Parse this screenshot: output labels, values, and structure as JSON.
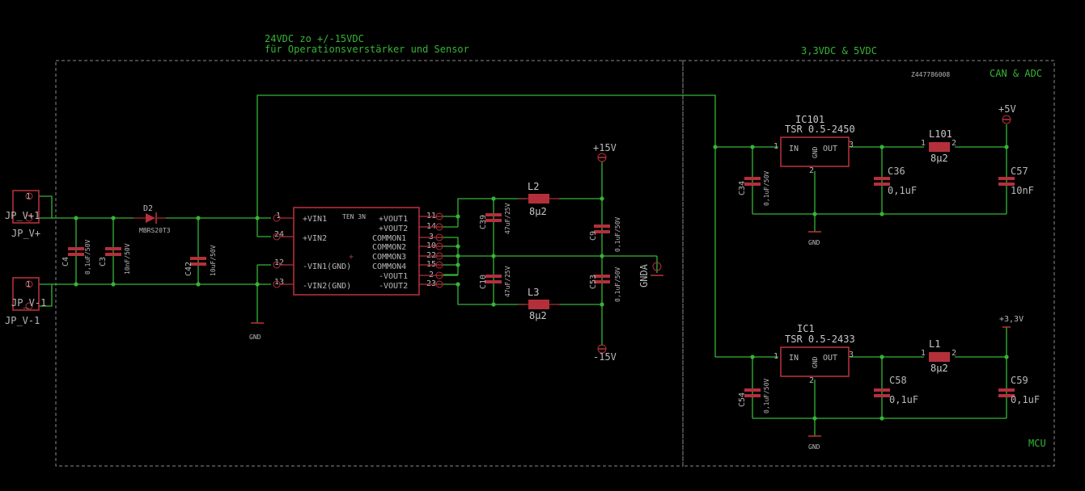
{
  "frames": {
    "left_title_1": "24VDC zo +/-15VDC",
    "left_title_2": "für Operationsverstärker und Sensor",
    "right_title": "3,3VDC & 5VDC",
    "can_label": "CAN & ADC",
    "mcu_label": "MCU",
    "part_number": "Z447786008"
  },
  "connectors": {
    "jp1_name": "JP_V+",
    "jp1_pin": "JP_V+1",
    "jp2_name": "JP_V-1",
    "jp2_pin": "JP_V-1",
    "pin1": "1"
  },
  "input": {
    "c4": "C4",
    "c4_val": "0,1uF/50V",
    "c3": "C3",
    "c3_val": "10nF/50V",
    "d2": "D2",
    "d2_val": "MBRS20T3",
    "c42": "C42",
    "c42_val": "10uF/50V"
  },
  "converter": {
    "name": "TEN 3N",
    "left_pins": [
      "+VIN1",
      "+VIN2",
      "-VIN1(GND)",
      "-VIN2(GND)"
    ],
    "left_nums": [
      "1",
      "24",
      "12",
      "13"
    ],
    "right_pins": [
      "+VOUT1",
      "+VOUT2",
      "COMMON1",
      "COMMON2",
      "COMMON3",
      "COMMON4",
      "-VOUT1",
      "-VOUT2"
    ],
    "right_nums": [
      "11",
      "14",
      "3",
      "10",
      "22",
      "15",
      "2",
      "23"
    ]
  },
  "output": {
    "c39": "C39",
    "c39_val": "47uF/25V",
    "c10": "C10",
    "c10_val": "47uF/25V",
    "l2": "L2",
    "l2_val": "8µ2",
    "l3": "L3",
    "l3_val": "8µ2",
    "c9": "C9",
    "c9_val": "0,1uF/50V",
    "c53": "C53",
    "c53_val": "0,1uF/50V",
    "p15": "+15V",
    "m15": "-15V",
    "gnda": "GNDA",
    "gnd": "GND"
  },
  "reg5": {
    "ic": "IC101",
    "ic_val": "TSR 0.5-2450",
    "in": "IN",
    "gnd": "GND",
    "out": "OUT",
    "c34": "C34",
    "c34_val": "0,1uF/50V",
    "c36": "C36",
    "c36_val": "0,1uF",
    "l101": "L101",
    "l101_val": "8µ2",
    "c57": "C57",
    "c57_val": "10nF",
    "supply": "+5V",
    "gnd_lbl": "GND",
    "pin1": "1",
    "pin2": "2",
    "pin3": "3"
  },
  "reg33": {
    "ic": "IC1",
    "ic_val": "TSR 0.5-2433",
    "in": "IN",
    "gnd": "GND",
    "out": "OUT",
    "c54": "C54",
    "c54_val": "0,1uF/50V",
    "c58": "C58",
    "c58_val": "0,1uF",
    "l1": "L1",
    "l1_val": "8µ2",
    "c59": "C59",
    "c59_val": "0,1uF",
    "supply": "+3,3V",
    "gnd_lbl": "GND",
    "pin1": "1",
    "pin2": "2",
    "pin3": "3"
  },
  "colors": {
    "background": "#000000",
    "net": "#36b436",
    "symbol": "#b3303a",
    "text": "#b8b8b8",
    "frame": "#8a8a8a"
  }
}
